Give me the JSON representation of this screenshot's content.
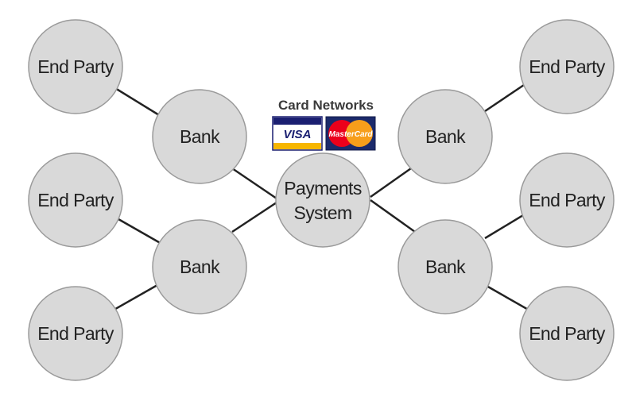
{
  "card_networks": {
    "title": "Card Networks",
    "logos": [
      {
        "name": "VISA",
        "icon": "visa-logo"
      },
      {
        "name": "MasterCard",
        "icon": "mastercard-logo"
      }
    ]
  },
  "nodes": {
    "end_party_tl": "End Party",
    "end_party_ml": "End Party",
    "end_party_bl": "End Party",
    "bank_tl": "Bank",
    "bank_bl": "Bank",
    "payments_line1": "Payments",
    "payments_line2": "System",
    "bank_tr": "Bank",
    "bank_br": "Bank",
    "end_party_tr": "End Party",
    "end_party_mr": "End Party",
    "end_party_br": "End Party"
  },
  "colors": {
    "node_fill": "#d9d9d9",
    "node_stroke": "#9a9a9a",
    "edge": "#222222",
    "visa_blue": "#1a1f71",
    "visa_gold": "#f7b600",
    "mc_red": "#eb001b",
    "mc_orange": "#f79e1b",
    "mc_bg": "#1b2a6b"
  }
}
